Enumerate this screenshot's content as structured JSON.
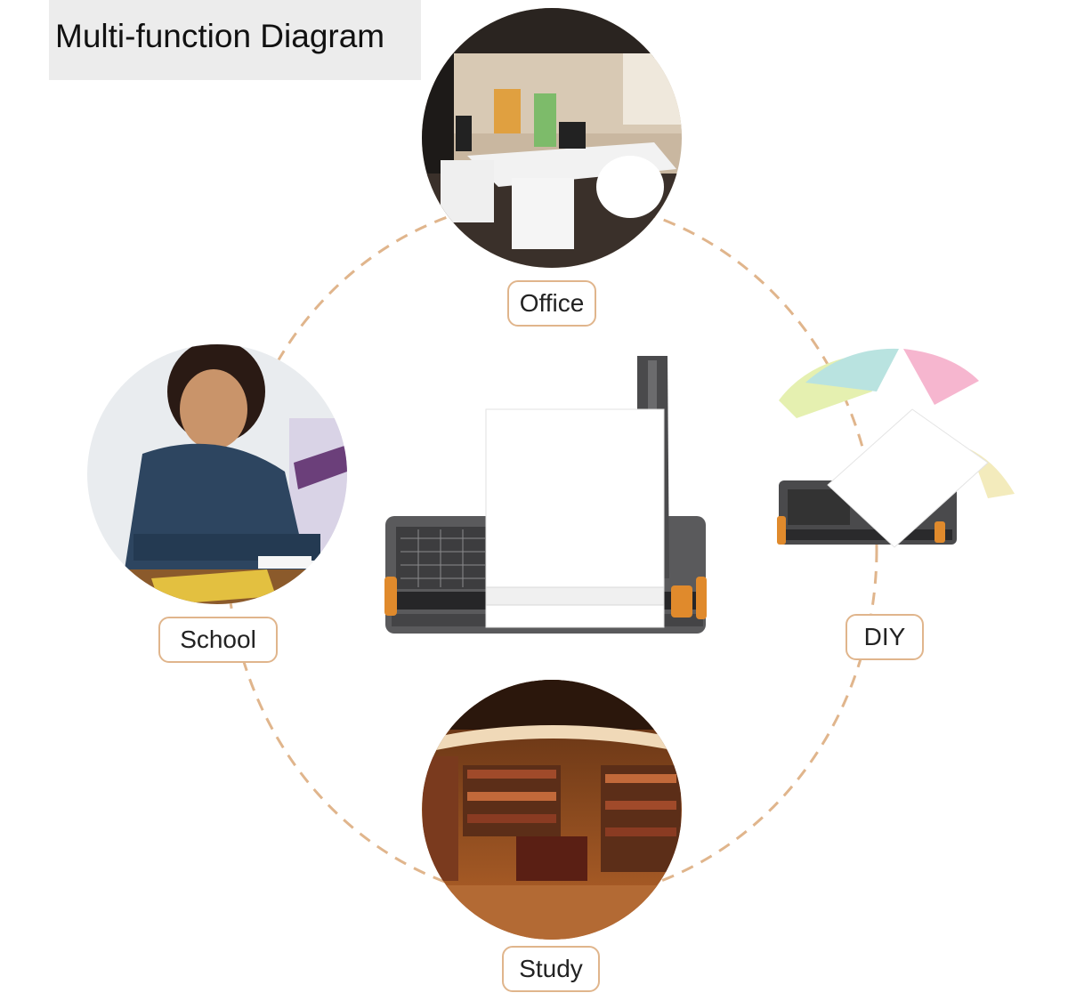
{
  "title": "Multi-function Diagram",
  "scenes": {
    "office": "Office",
    "school": "School",
    "diy": "DIY",
    "study": "Study"
  },
  "colors": {
    "dashed_ring": "#e0b58c",
    "label_border": "#e0b58c",
    "title_background": "#ececec",
    "accent_orange": "#e08a2c"
  }
}
